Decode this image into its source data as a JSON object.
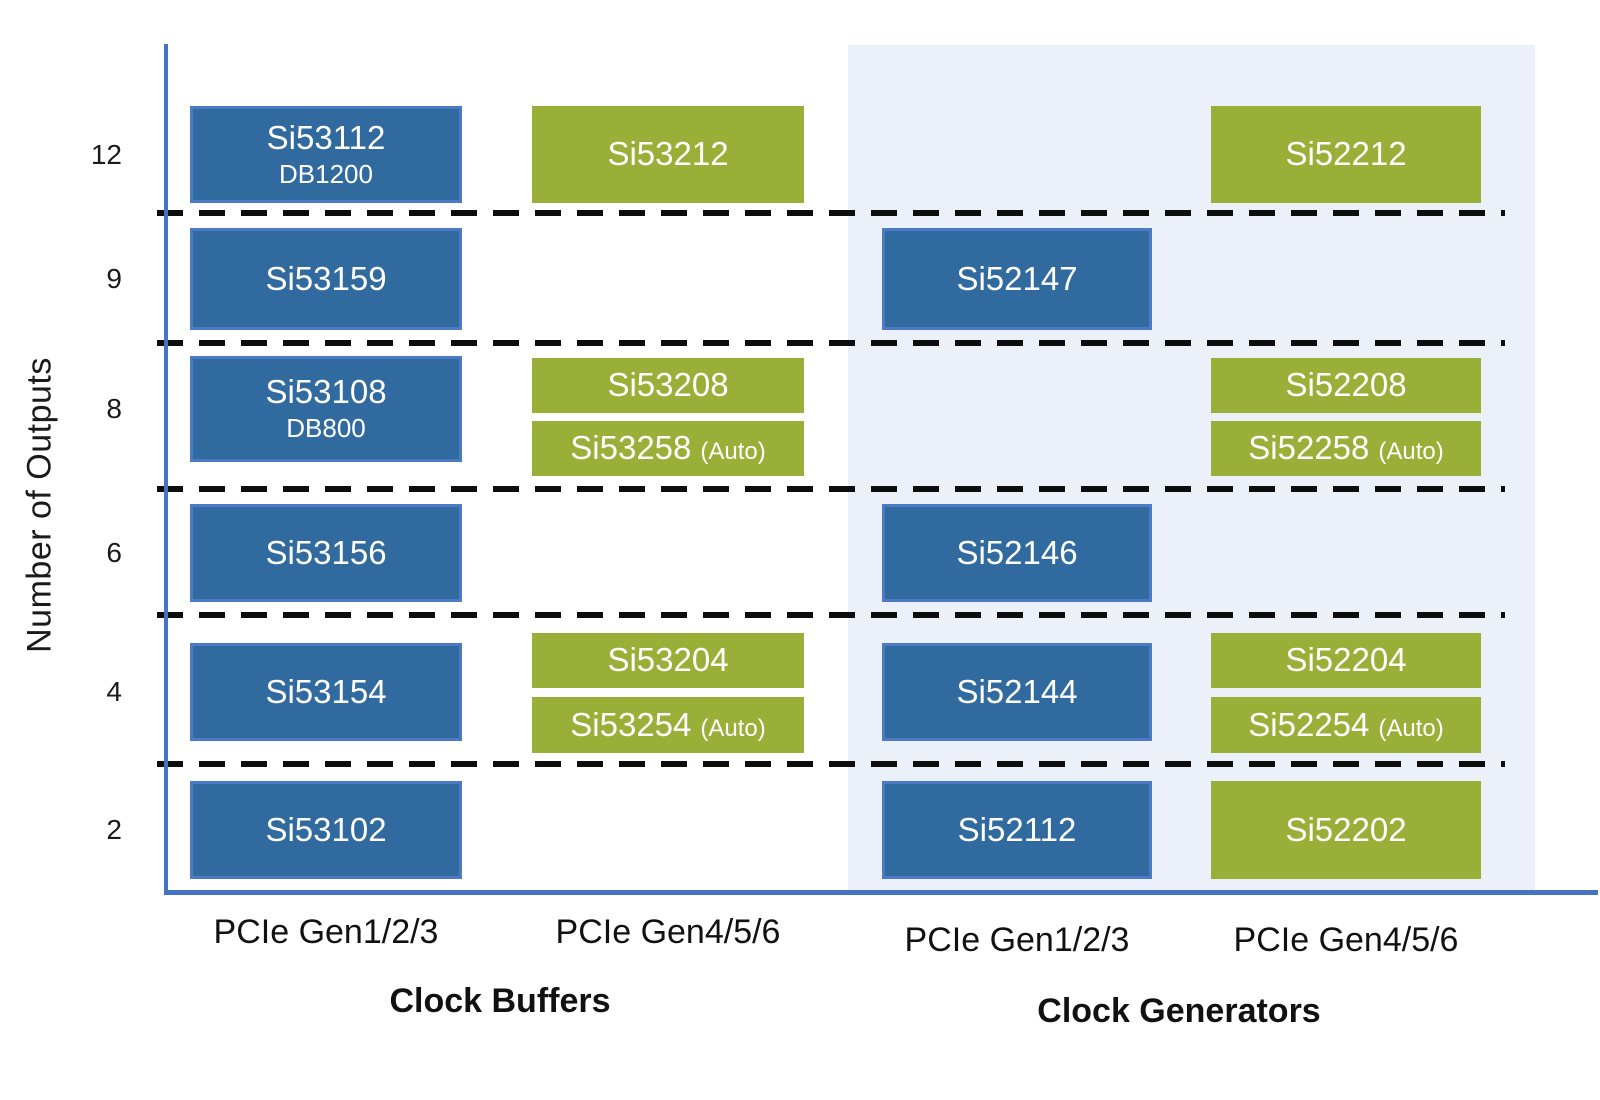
{
  "colors": {
    "blue_fill": "#316A9E",
    "blue_border": "#4C7AC4",
    "green_fill": "#9AAF37",
    "shade_bg": "#ECF0F8",
    "axis": "#4472C4",
    "dash": "#0D0D0D",
    "box_text": "#FFFFFF"
  },
  "y_axis": {
    "label": "Number of Outputs",
    "ticks": [
      {
        "value": "12",
        "row": "12"
      },
      {
        "value": "9",
        "row": "9"
      },
      {
        "value": "8",
        "row": "8"
      },
      {
        "value": "6",
        "row": "6"
      },
      {
        "value": "4",
        "row": "4"
      },
      {
        "value": "2",
        "row": "2"
      }
    ]
  },
  "groups": [
    {
      "id": "clock-buffers",
      "label": "Clock Buffers",
      "columns": [
        {
          "label": "PCIe Gen1/2/3"
        },
        {
          "label": "PCIe Gen4/5/6"
        }
      ]
    },
    {
      "id": "clock-generators",
      "label": "Clock Generators",
      "columns": [
        {
          "label": "PCIe Gen1/2/3"
        },
        {
          "label": "PCIe Gen4/5/6"
        }
      ]
    }
  ],
  "products": [
    {
      "part": "Si53112",
      "sub": "DB1200",
      "suffix": "",
      "color": "blue",
      "col": 0,
      "row": "12",
      "slot": "single"
    },
    {
      "part": "Si53212",
      "sub": "",
      "suffix": "",
      "color": "green",
      "col": 1,
      "row": "12",
      "slot": "single"
    },
    {
      "part": "Si52212",
      "sub": "",
      "suffix": "",
      "color": "green",
      "col": 3,
      "row": "12",
      "slot": "single"
    },
    {
      "part": "Si53159",
      "sub": "",
      "suffix": "",
      "color": "blue",
      "col": 0,
      "row": "9",
      "slot": "single"
    },
    {
      "part": "Si52147",
      "sub": "",
      "suffix": "",
      "color": "blue",
      "col": 2,
      "row": "9",
      "slot": "single"
    },
    {
      "part": "Si53108",
      "sub": "DB800",
      "suffix": "",
      "color": "blue",
      "col": 0,
      "row": "8",
      "slot": "single"
    },
    {
      "part": "Si53208",
      "sub": "",
      "suffix": "",
      "color": "green",
      "col": 1,
      "row": "8",
      "slot": "top"
    },
    {
      "part": "Si53258",
      "sub": "",
      "suffix": "(Auto)",
      "color": "green",
      "col": 1,
      "row": "8",
      "slot": "bottom"
    },
    {
      "part": "Si52208",
      "sub": "",
      "suffix": "",
      "color": "green",
      "col": 3,
      "row": "8",
      "slot": "top"
    },
    {
      "part": "Si52258",
      "sub": "",
      "suffix": "(Auto)",
      "color": "green",
      "col": 3,
      "row": "8",
      "slot": "bottom"
    },
    {
      "part": "Si53156",
      "sub": "",
      "suffix": "",
      "color": "blue",
      "col": 0,
      "row": "6",
      "slot": "single"
    },
    {
      "part": "Si52146",
      "sub": "",
      "suffix": "",
      "color": "blue",
      "col": 2,
      "row": "6",
      "slot": "single"
    },
    {
      "part": "Si53154",
      "sub": "",
      "suffix": "",
      "color": "blue",
      "col": 0,
      "row": "4",
      "slot": "single"
    },
    {
      "part": "Si53204",
      "sub": "",
      "suffix": "",
      "color": "green",
      "col": 1,
      "row": "4",
      "slot": "top"
    },
    {
      "part": "Si53254",
      "sub": "",
      "suffix": "(Auto)",
      "color": "green",
      "col": 1,
      "row": "4",
      "slot": "bottom"
    },
    {
      "part": "Si52144",
      "sub": "",
      "suffix": "",
      "color": "blue",
      "col": 2,
      "row": "4",
      "slot": "single"
    },
    {
      "part": "Si52204",
      "sub": "",
      "suffix": "",
      "color": "green",
      "col": 3,
      "row": "4",
      "slot": "top"
    },
    {
      "part": "Si52254",
      "sub": "",
      "suffix": "(Auto)",
      "color": "green",
      "col": 3,
      "row": "4",
      "slot": "bottom"
    },
    {
      "part": "Si53102",
      "sub": "",
      "suffix": "",
      "color": "blue",
      "col": 0,
      "row": "2",
      "slot": "single"
    },
    {
      "part": "Si52112",
      "sub": "",
      "suffix": "",
      "color": "blue",
      "col": 2,
      "row": "2",
      "slot": "single"
    },
    {
      "part": "Si52202",
      "sub": "",
      "suffix": "",
      "color": "green",
      "col": 3,
      "row": "2",
      "slot": "single"
    }
  ]
}
